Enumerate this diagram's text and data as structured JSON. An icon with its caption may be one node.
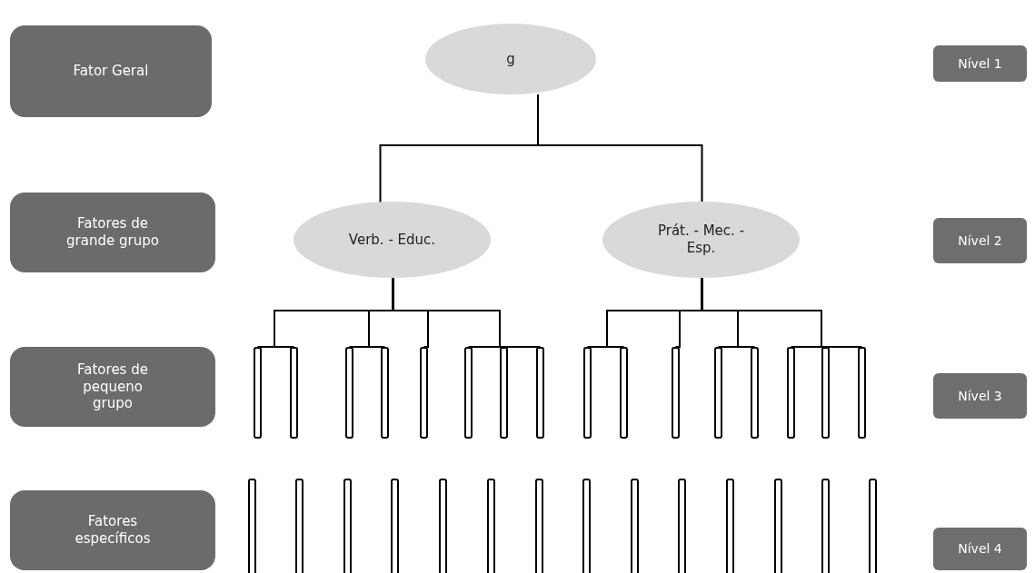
{
  "diagram": {
    "nodes": [
      {
        "text": [
          "Fator Geral"
        ]
      },
      {
        "text": [
          "g"
        ]
      },
      {
        "text": [
          "Nível 1"
        ]
      },
      {
        "text": [
          "Fatores de grande grupo"
        ]
      },
      {
        "text": [
          "Verb. - Educ."
        ]
      },
      {
        "text": [
          "Prát. - Mec. - Esp."
        ]
      },
      {
        "text": [
          "Nível 2"
        ]
      },
      {
        "text": [
          "Fatores de pequeno grupo"
        ]
      },
      {
        "text": [],
        "shape": "bar"
      },
      {
        "text": [],
        "shape": "bar"
      },
      {
        "text": [],
        "shape": "bar"
      },
      {
        "text": [],
        "shape": "bar"
      },
      {
        "text": [],
        "shape": "bar"
      },
      {
        "text": [],
        "shape": "bar"
      },
      {
        "text": [],
        "shape": "bar"
      },
      {
        "text": [],
        "shape": "bar"
      },
      {
        "text": [],
        "shape": "bar"
      },
      {
        "text": [],
        "shape": "bar"
      },
      {
        "text": [],
        "shape": "bar"
      },
      {
        "text": [],
        "shape": "bar"
      },
      {
        "text": [],
        "shape": "bar"
      },
      {
        "text": [],
        "shape": "bar"
      },
      {
        "text": [],
        "shape": "bar"
      },
      {
        "text": [],
        "shape": "bar"
      },
      {
        "text": [
          "Nível 3"
        ]
      },
      {
        "text": [
          "Fatores específicos"
        ]
      },
      {
        "text": [],
        "shape": "bar"
      },
      {
        "text": [],
        "shape": "bar"
      },
      {
        "text": [],
        "shape": "bar"
      },
      {
        "text": [],
        "shape": "bar"
      },
      {
        "text": [],
        "shape": "bar"
      },
      {
        "text": [],
        "shape": "bar"
      },
      {
        "text": [],
        "shape": "bar"
      },
      {
        "text": [],
        "shape": "bar"
      },
      {
        "text": [],
        "shape": "bar"
      },
      {
        "text": [],
        "shape": "bar"
      },
      {
        "text": [],
        "shape": "bar"
      },
      {
        "text": [],
        "shape": "bar"
      },
      {
        "text": [],
        "shape": "bar"
      },
      {
        "text": [],
        "shape": "bar"
      },
      {
        "text": [
          "Nível 4"
        ]
      }
    ],
    "edges": [
      {
        "from": 1,
        "to": 4,
        "arrow": "none"
      },
      {
        "from": 1,
        "to": 5,
        "arrow": "none"
      },
      {
        "from": 4,
        "to": 8,
        "arrow": "none"
      },
      {
        "from": 4,
        "to": 9,
        "arrow": "none"
      },
      {
        "from": 4,
        "to": 10,
        "arrow": "none"
      },
      {
        "from": 4,
        "to": 11,
        "arrow": "none"
      },
      {
        "from": 4,
        "to": 12,
        "arrow": "none"
      },
      {
        "from": 4,
        "to": 13,
        "arrow": "none"
      },
      {
        "from": 4,
        "to": 14,
        "arrow": "none"
      },
      {
        "from": 4,
        "to": 15,
        "arrow": "none"
      },
      {
        "from": 5,
        "to": 16,
        "arrow": "none"
      },
      {
        "from": 5,
        "to": 17,
        "arrow": "none"
      },
      {
        "from": 5,
        "to": 18,
        "arrow": "none"
      },
      {
        "from": 5,
        "to": 19,
        "arrow": "none"
      },
      {
        "from": 5,
        "to": 20,
        "arrow": "none"
      },
      {
        "from": 5,
        "to": 21,
        "arrow": "none"
      },
      {
        "from": 5,
        "to": 22,
        "arrow": "none"
      },
      {
        "from": 5,
        "to": 23,
        "arrow": "none"
      }
    ]
  }
}
